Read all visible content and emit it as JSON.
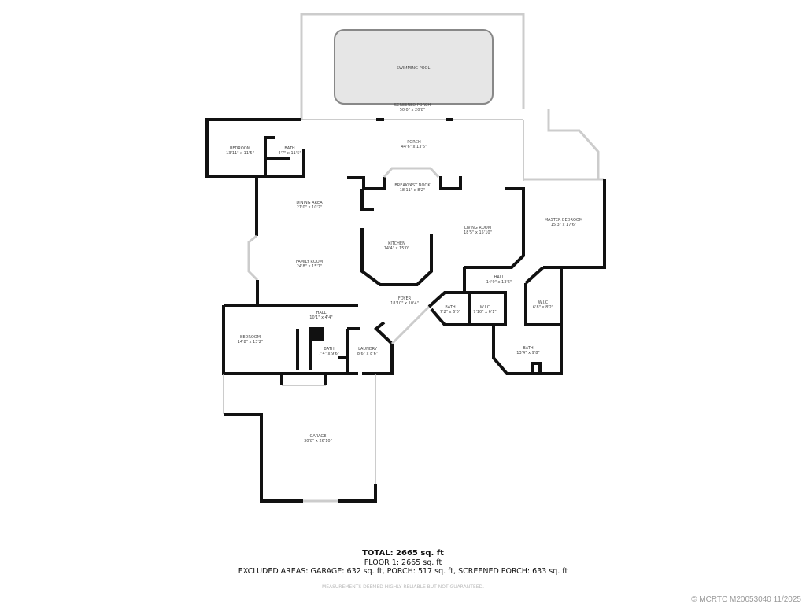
{
  "rooms": [
    {
      "name": "SWIMMING POOL",
      "dims": ""
    },
    {
      "name": "SCREENED PORCH",
      "dims": "50'0\" x 20'8\""
    },
    {
      "name": "BEDROOM",
      "dims": "13'11\" x 11'5\""
    },
    {
      "name": "BATH",
      "dims": "4'7\" x 11'5\""
    },
    {
      "name": "PORCH",
      "dims": "44'6\" x 13'6\""
    },
    {
      "name": "BREAKFAST NOOK",
      "dims": "18'11\" x 8'2\""
    },
    {
      "name": "DINING AREA",
      "dims": "21'0\" x 10'2\""
    },
    {
      "name": "KITCHEN",
      "dims": "14'4\" x 15'0\""
    },
    {
      "name": "LIVING ROOM",
      "dims": "18'5\" x 15'10\""
    },
    {
      "name": "MASTER BEDROOM",
      "dims": "15'3\" x 17'6\""
    },
    {
      "name": "FAMILY ROOM",
      "dims": "24'8\" x 15'7\""
    },
    {
      "name": "HALL",
      "dims": "14'9\" x 13'6\""
    },
    {
      "name": "FOYER",
      "dims": "18'10\" x 10'4\""
    },
    {
      "name": "BATH",
      "dims": "7'2\" x 6'0\""
    },
    {
      "name": "W.I.C",
      "dims": "7'10\" x 6'1\""
    },
    {
      "name": "W.I.C",
      "dims": "6'8\" x 8'2\""
    },
    {
      "name": "HALL",
      "dims": "10'1\" x 4'4\""
    },
    {
      "name": "BEDROOM",
      "dims": "14'8\" x 13'2\""
    },
    {
      "name": "BATH",
      "dims": "7'4\" x 9'6\""
    },
    {
      "name": "LAUNDRY",
      "dims": "8'6\" x 8'6\""
    },
    {
      "name": "BATH",
      "dims": "13'4\" x 9'8\""
    },
    {
      "name": "GARAGE",
      "dims": "30'8\" x 26'10\""
    }
  ],
  "summary": {
    "total": "TOTAL: 2665 sq. ft",
    "floor": "FLOOR 1: 2665 sq. ft",
    "excluded": "EXCLUDED AREAS: GARAGE: 632 sq. ft, PORCH: 517 sq. ft, SCREENED PORCH: 633 sq. ft",
    "disclaimer": "MEASUREMENTS DEEMED HIGHLY RELIABLE BUT NOT GUARANTEED.",
    "copyright": "© MCRTC M20053040 11/2025"
  }
}
